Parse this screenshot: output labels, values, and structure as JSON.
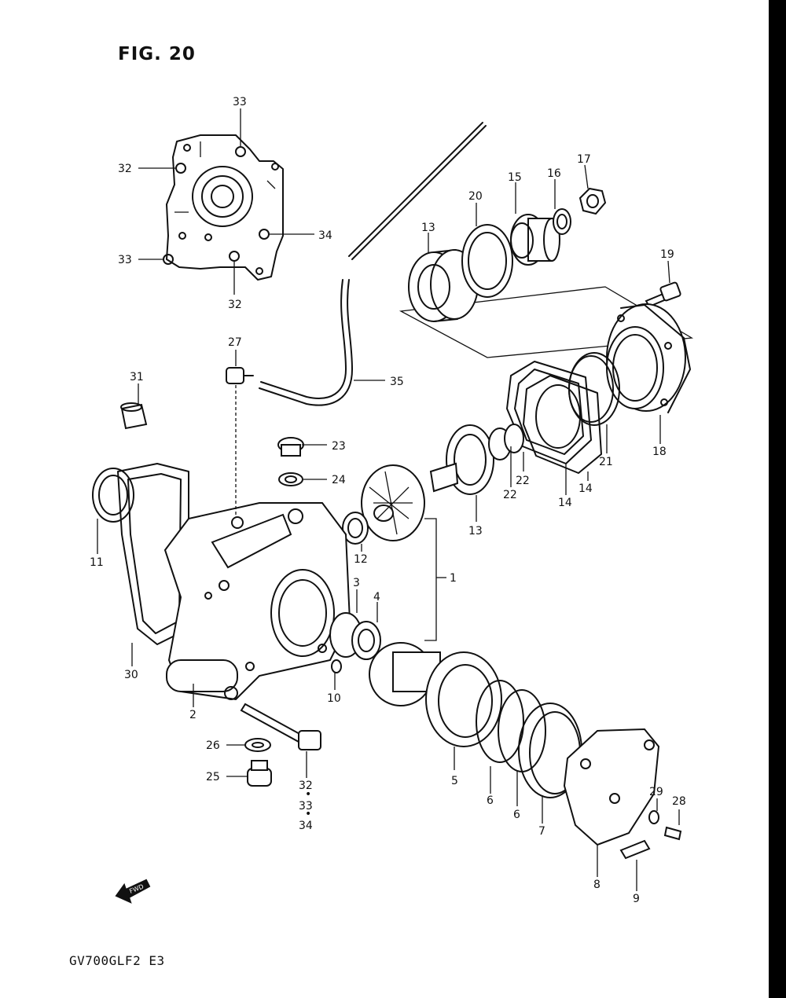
{
  "figure": {
    "title": "FIG. 20",
    "model_code": "GV700GLF2 E3"
  },
  "arrow_label": "FWD",
  "callouts": [
    {
      "id": "c1",
      "text": "1"
    },
    {
      "id": "c2",
      "text": "2"
    },
    {
      "id": "c3",
      "text": "3"
    },
    {
      "id": "c4",
      "text": "4"
    },
    {
      "id": "c5",
      "text": "5"
    },
    {
      "id": "c6a",
      "text": "6"
    },
    {
      "id": "c6b",
      "text": "6"
    },
    {
      "id": "c7",
      "text": "7"
    },
    {
      "id": "c8",
      "text": "8"
    },
    {
      "id": "c9",
      "text": "9"
    },
    {
      "id": "c10",
      "text": "10"
    },
    {
      "id": "c11",
      "text": "11"
    },
    {
      "id": "c12",
      "text": "12"
    },
    {
      "id": "c13a",
      "text": "13"
    },
    {
      "id": "c13b",
      "text": "13"
    },
    {
      "id": "c14a",
      "text": "14"
    },
    {
      "id": "c14b",
      "text": "14"
    },
    {
      "id": "c15",
      "text": "15"
    },
    {
      "id": "c16",
      "text": "16"
    },
    {
      "id": "c17",
      "text": "17"
    },
    {
      "id": "c18",
      "text": "18"
    },
    {
      "id": "c19",
      "text": "19"
    },
    {
      "id": "c20",
      "text": "20"
    },
    {
      "id": "c21",
      "text": "21"
    },
    {
      "id": "c22a",
      "text": "22"
    },
    {
      "id": "c22b",
      "text": "22"
    },
    {
      "id": "c23",
      "text": "23"
    },
    {
      "id": "c24",
      "text": "24"
    },
    {
      "id": "c25",
      "text": "25"
    },
    {
      "id": "c26",
      "text": "26"
    },
    {
      "id": "c27",
      "text": "27"
    },
    {
      "id": "c28",
      "text": "28"
    },
    {
      "id": "c29",
      "text": "29"
    },
    {
      "id": "c30",
      "text": "30"
    },
    {
      "id": "c31",
      "text": "31"
    },
    {
      "id": "c32a",
      "text": "32"
    },
    {
      "id": "c32b",
      "text": "32"
    },
    {
      "id": "c32c",
      "text": "32"
    },
    {
      "id": "c33a",
      "text": "33"
    },
    {
      "id": "c33b",
      "text": "33"
    },
    {
      "id": "c33c",
      "text": "33"
    },
    {
      "id": "c34a",
      "text": "34"
    },
    {
      "id": "c34b",
      "text": "34"
    },
    {
      "id": "c35",
      "text": "35"
    }
  ]
}
